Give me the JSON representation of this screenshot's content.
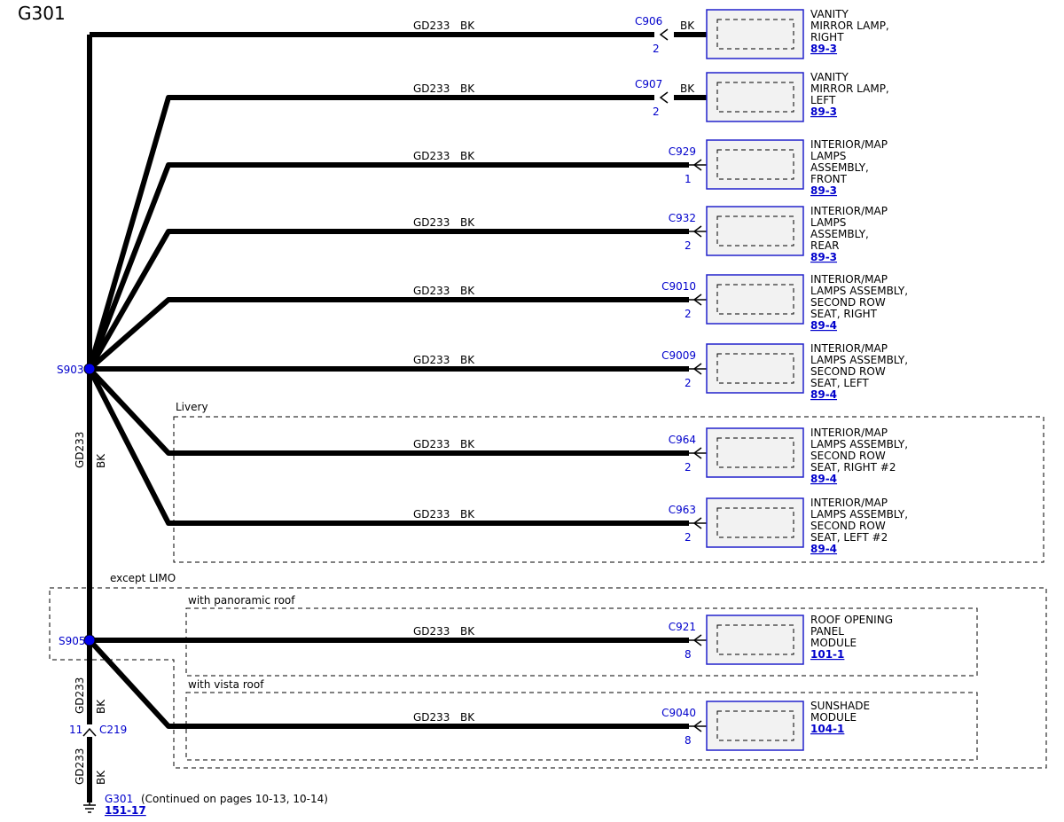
{
  "title": "G301",
  "splices": {
    "s903": "S903",
    "s905": "S905"
  },
  "trunk": {
    "circuit": "GD233",
    "color": "BK"
  },
  "inline_connector": {
    "pin": "11",
    "name": "C219"
  },
  "ground": {
    "name": "G301",
    "note": "(Continued on pages 10-13, 10-14)",
    "ref": "151-17"
  },
  "zones": {
    "livery": "Livery",
    "except_limo": "except LIMO",
    "panoramic": "with panoramic roof",
    "vista": "with vista roof"
  },
  "branches": [
    {
      "circuit": "GD233",
      "color": "BK",
      "connector": "C906",
      "pin": "2",
      "pin_color": "BK",
      "name_lines": [
        "VANITY",
        "MIRROR LAMP,",
        "RIGHT"
      ],
      "ref": "89-3"
    },
    {
      "circuit": "GD233",
      "color": "BK",
      "connector": "C907",
      "pin": "2",
      "pin_color": "BK",
      "name_lines": [
        "VANITY",
        "MIRROR LAMP,",
        "LEFT"
      ],
      "ref": "89-3"
    },
    {
      "circuit": "GD233",
      "color": "BK",
      "connector": "C929",
      "pin": "1",
      "pin_color": "",
      "name_lines": [
        "INTERIOR/MAP",
        "LAMPS",
        "ASSEMBLY,",
        "FRONT"
      ],
      "ref": "89-3"
    },
    {
      "circuit": "GD233",
      "color": "BK",
      "connector": "C932",
      "pin": "2",
      "pin_color": "",
      "name_lines": [
        "INTERIOR/MAP",
        "LAMPS",
        "ASSEMBLY,",
        "REAR"
      ],
      "ref": "89-3"
    },
    {
      "circuit": "GD233",
      "color": "BK",
      "connector": "C9010",
      "pin": "2",
      "pin_color": "",
      "name_lines": [
        "INTERIOR/MAP",
        "LAMPS ASSEMBLY,",
        "SECOND ROW",
        "SEAT, RIGHT"
      ],
      "ref": "89-4"
    },
    {
      "circuit": "GD233",
      "color": "BK",
      "connector": "C9009",
      "pin": "2",
      "pin_color": "",
      "name_lines": [
        "INTERIOR/MAP",
        "LAMPS ASSEMBLY,",
        "SECOND ROW",
        "SEAT, LEFT"
      ],
      "ref": "89-4"
    },
    {
      "circuit": "GD233",
      "color": "BK",
      "connector": "C964",
      "pin": "2",
      "pin_color": "",
      "name_lines": [
        "INTERIOR/MAP",
        "LAMPS ASSEMBLY,",
        "SECOND ROW",
        "SEAT, RIGHT #2"
      ],
      "ref": "89-4"
    },
    {
      "circuit": "GD233",
      "color": "BK",
      "connector": "C963",
      "pin": "2",
      "pin_color": "",
      "name_lines": [
        "INTERIOR/MAP",
        "LAMPS ASSEMBLY,",
        "SECOND ROW",
        "SEAT, LEFT #2"
      ],
      "ref": "89-4"
    },
    {
      "circuit": "GD233",
      "color": "BK",
      "connector": "C921",
      "pin": "8",
      "pin_color": "",
      "name_lines": [
        "ROOF OPENING",
        "PANEL",
        "MODULE"
      ],
      "ref": "101-1"
    },
    {
      "circuit": "GD233",
      "color": "BK",
      "connector": "C9040",
      "pin": "8",
      "pin_color": "",
      "name_lines": [
        "SUNSHADE",
        "MODULE"
      ],
      "ref": "104-1"
    }
  ]
}
